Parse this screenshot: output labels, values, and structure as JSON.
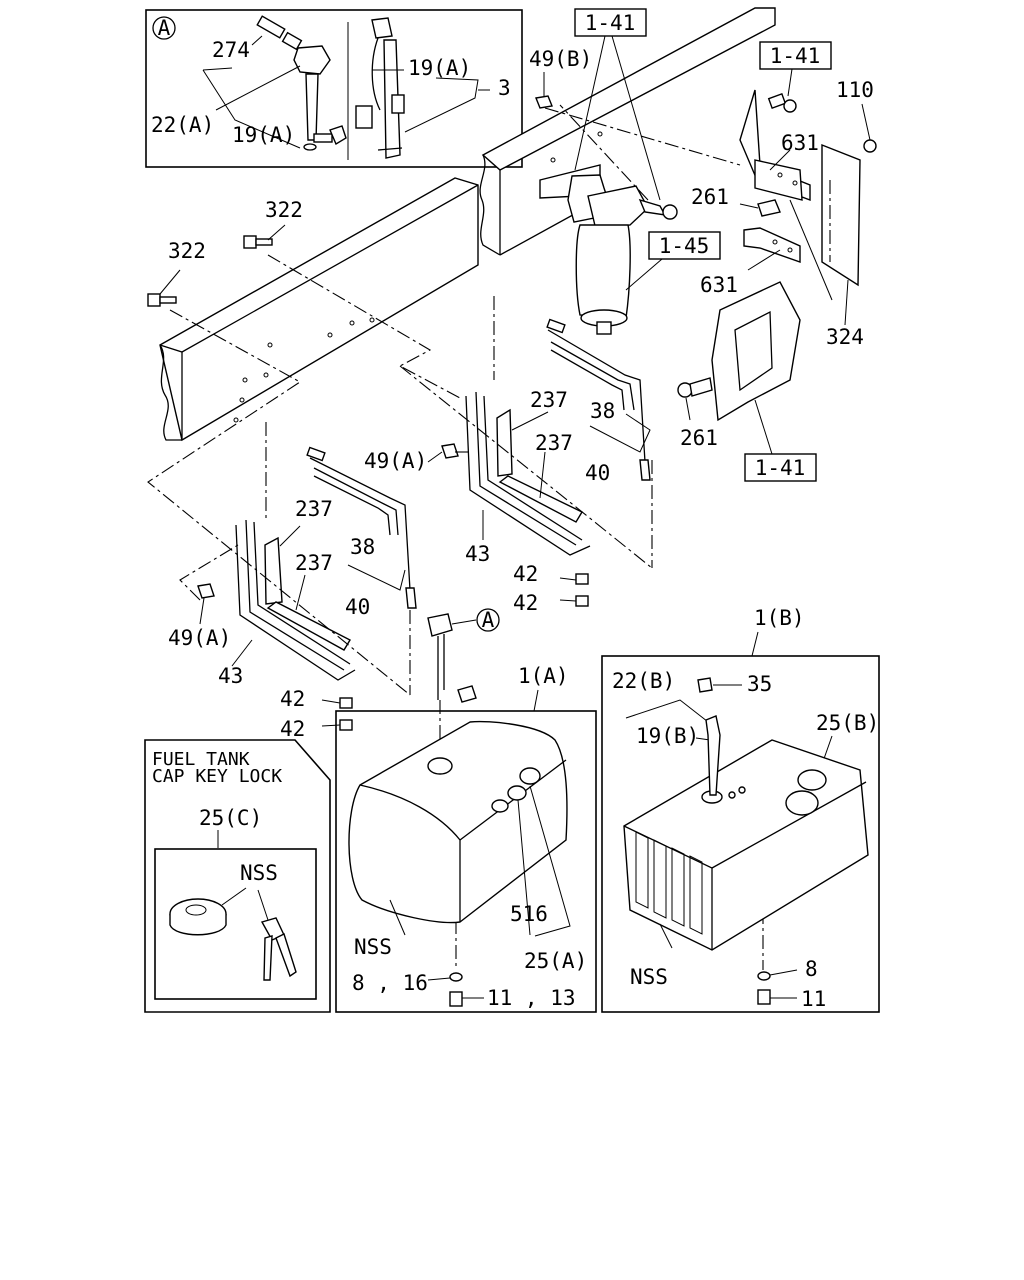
{
  "insets": {
    "detail_a": {
      "marker": "A"
    },
    "key_lock": {
      "title_line1": "FUEL TANK",
      "title_line2": "CAP KEY LOCK"
    }
  },
  "refs": {
    "r1": "1-41",
    "r2": "1-41",
    "r3": "1-41",
    "r4": "1-45"
  },
  "callout_a": "A",
  "labels": {
    "l274": "274",
    "l22a_top": "22(A)",
    "l19a_top": "19(A)",
    "l19a_right": "19(A)",
    "l3": "3",
    "l49b": "49(B)",
    "l110": "110",
    "l631_top": "631",
    "l261_top": "261",
    "l631_bot": "631",
    "l324": "324",
    "l261_bot": "261",
    "l322_a": "322",
    "l322_b": "322",
    "l237_1": "237",
    "l237_2": "237",
    "l38_r": "38",
    "l40_r": "40",
    "l49a_mid": "49(A)",
    "l43_r": "43",
    "l42_1": "42",
    "l42_2": "42",
    "l237_3": "237",
    "l237_4": "237",
    "l38_l": "38",
    "l40_l": "40",
    "l49a_left": "49(A)",
    "l43_l": "43",
    "l42_3": "42",
    "l42_4": "42",
    "l1a": "1(A)",
    "l1b": "1(B)",
    "l22b": "22(B)",
    "l35": "35",
    "l19b": "19(B)",
    "l25b": "25(B)",
    "l25c": "25(C)",
    "lnss_key": "NSS",
    "lnss_a": "NSS",
    "l516": "516",
    "l25a": "25(A)",
    "l8_16": "8 , 16",
    "l11_13": "11 , 13",
    "lnss_b": "NSS",
    "l8": "8",
    "l11": "11"
  }
}
